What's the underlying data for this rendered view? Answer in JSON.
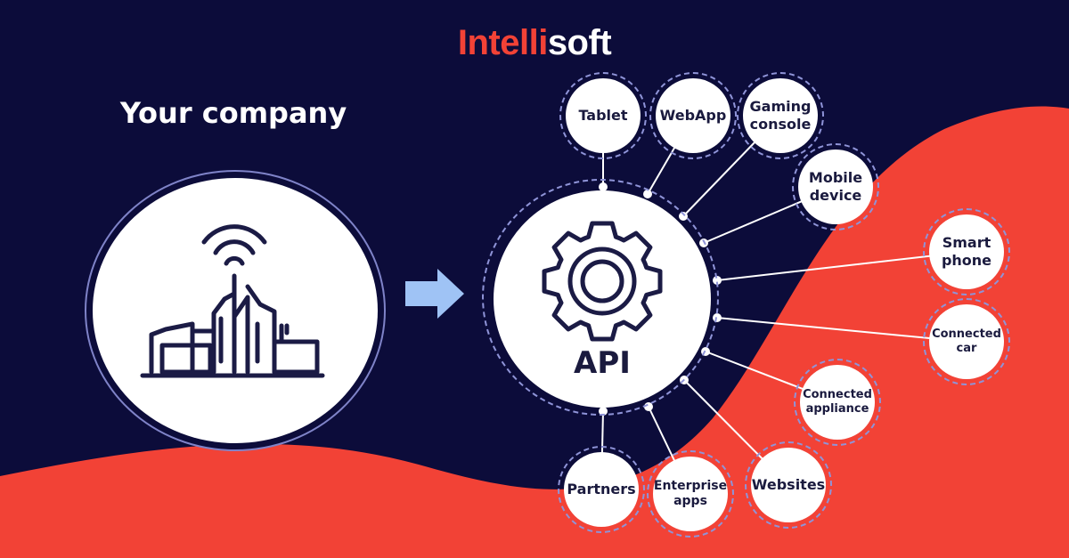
{
  "brand": {
    "part1": "Intelli",
    "part2": "soft"
  },
  "company": {
    "title": "Your company",
    "icon": "city-buildings-wifi-icon"
  },
  "api": {
    "label": "API",
    "icon": "gear-icon"
  },
  "flow_icon": "arrow-right-icon",
  "colors": {
    "background": "#0c0c3a",
    "accent_red": "#f24236",
    "ring": "#8f94d8",
    "arrow": "#9fc3f5",
    "node_text": "#1a1a3e"
  },
  "clients": [
    {
      "id": "tablet",
      "label": "Tablet"
    },
    {
      "id": "webapp",
      "label": "WebApp"
    },
    {
      "id": "gaming-console",
      "label": "Gaming\nconsole"
    },
    {
      "id": "mobile-device",
      "label": "Mobile\ndevice"
    },
    {
      "id": "smart-phone",
      "label": "Smart\nphone"
    },
    {
      "id": "connected-car",
      "label": "Connected\ncar"
    },
    {
      "id": "connected-appliance",
      "label": "Connected\nappliance"
    },
    {
      "id": "websites",
      "label": "Websites"
    },
    {
      "id": "enterprise-apps",
      "label": "Enterprise\napps"
    },
    {
      "id": "partners",
      "label": "Partners"
    }
  ]
}
